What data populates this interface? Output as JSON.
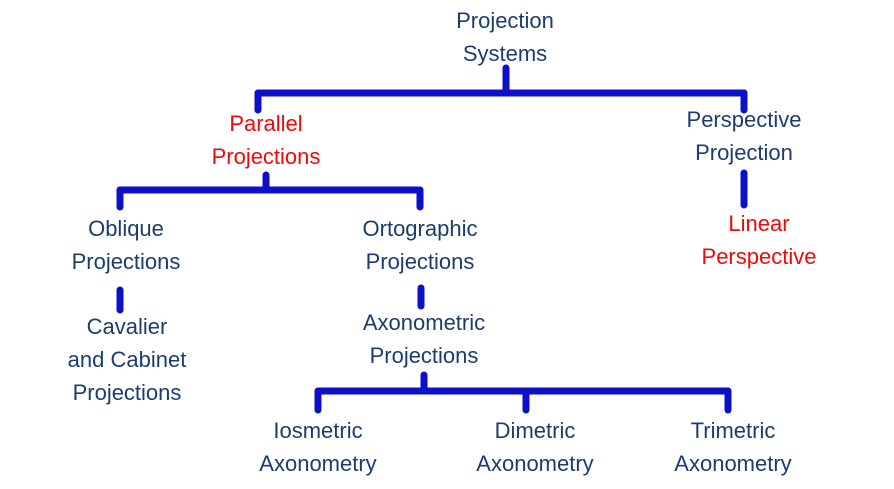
{
  "colors": {
    "connector": "#0c10c8",
    "text_default": "#1d3c6e",
    "text_highlight": "#ee0a0a"
  },
  "nodes": {
    "root": [
      "Projection",
      "Systems"
    ],
    "parallel": [
      "Parallel",
      "Projections"
    ],
    "perspective": [
      "Perspective",
      "Projection"
    ],
    "linear": [
      "Linear",
      "Perspective"
    ],
    "oblique": [
      "Oblique",
      "Projections"
    ],
    "ortographic": [
      "Ortographic",
      "Projections"
    ],
    "cavalier": [
      "Cavalier",
      "and Cabinet",
      "Projections"
    ],
    "axonometric": [
      "Axonometric",
      "Projections"
    ],
    "isometric": [
      "Iosmetric",
      "Axonometry"
    ],
    "dimetric": [
      "Dimetric",
      "Axonometry"
    ],
    "trimetric": [
      "Trimetric",
      "Axonometry"
    ]
  }
}
